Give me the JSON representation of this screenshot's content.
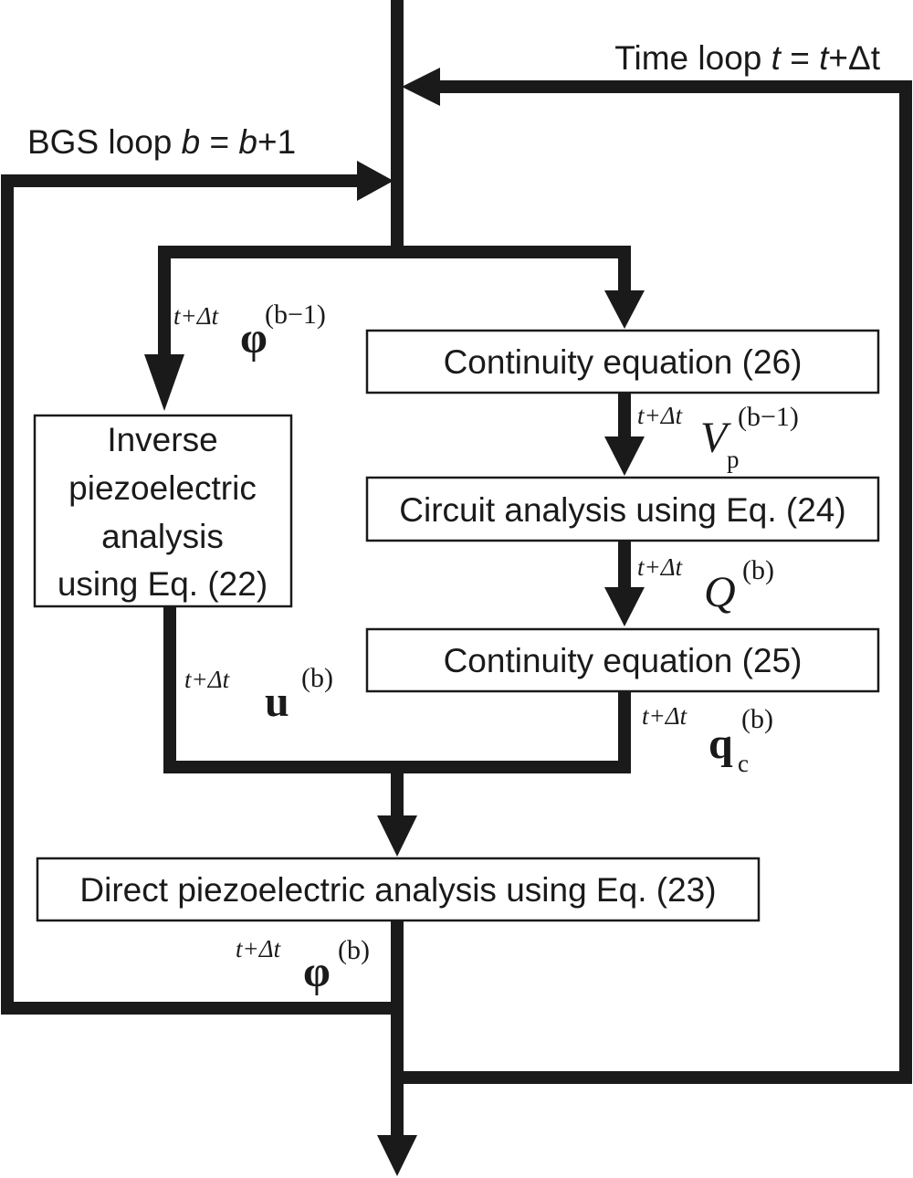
{
  "loops": {
    "time_loop": {
      "prefix": "Time loop ",
      "var": "t",
      "eq": " = ",
      "rhs_var": "t",
      "rhs_rest": "+Δt"
    },
    "bgs_loop": {
      "prefix": "BGS loop ",
      "var": "b",
      "eq": " = ",
      "rhs_var": "b",
      "rhs_rest": "+1"
    }
  },
  "boxes": {
    "continuity_26": "Continuity equation (26)",
    "circuit_24": "Circuit analysis using Eq. (24)",
    "continuity_25": "Continuity equation (25)",
    "inverse_22": [
      "Inverse",
      "piezoelectric",
      "analysis",
      "using Eq. (22)"
    ],
    "direct_23": "Direct piezoelectric analysis using Eq. (23)"
  },
  "labels": {
    "phi_prev": {
      "pre": "t+Δt",
      "symbol": "φ",
      "sup": "(b−1)"
    },
    "vp": {
      "pre": "t+Δt",
      "symbol": "V",
      "sub": "p",
      "sup": "(b−1)"
    },
    "q": {
      "pre": "t+Δt",
      "symbol": "Q",
      "sup": "(b)"
    },
    "u": {
      "pre": "t+Δt",
      "symbol": "u",
      "sup": "(b)"
    },
    "qc": {
      "pre": "t+Δt",
      "symbol": "q",
      "sub": "c",
      "sup": "(b)"
    },
    "phi_b": {
      "pre": "t+Δt",
      "symbol": "φ",
      "sup": "(b)"
    }
  }
}
